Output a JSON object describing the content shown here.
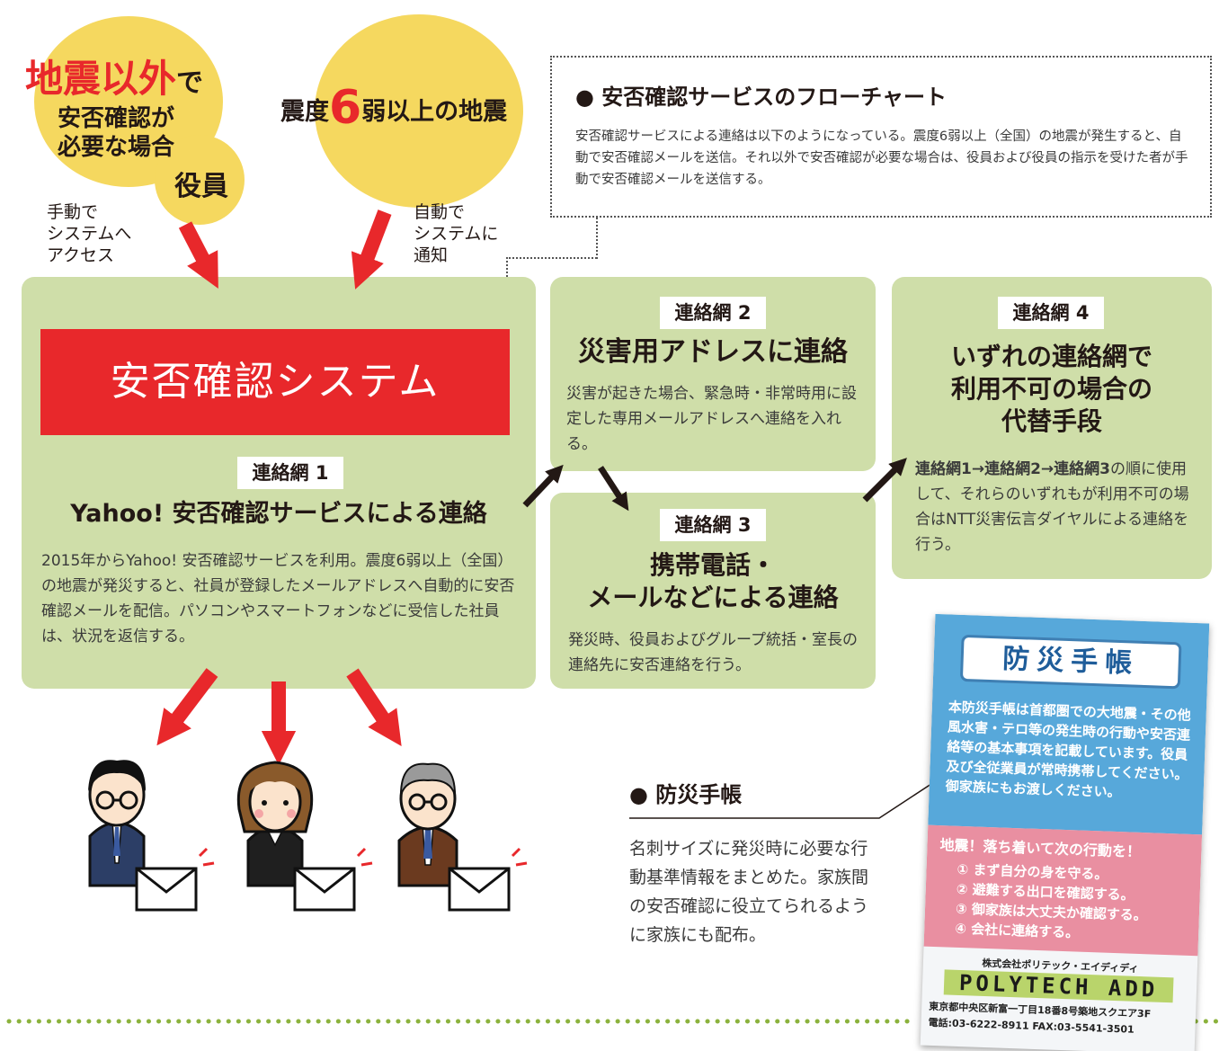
{
  "circle1": {
    "line1_red": "地震以外",
    "line1_suffix": "で",
    "line2": "安否確認が",
    "line3": "必要な場合",
    "officer": "役員"
  },
  "circle2": {
    "prefix": "震度",
    "number": "6",
    "suffix": "弱以上の地震"
  },
  "label_manual": [
    "手動で",
    "システムへ",
    "アクセス"
  ],
  "label_auto": [
    "自動で",
    "システムに",
    "通知"
  ],
  "flowchart": {
    "title": "● 安否確認サービスのフローチャート",
    "description": "安否確認サービスによる連絡は以下のようになっている。震度6弱以上（全国）の地震が発生すると、自動で安否確認メールを送信。それ以外で安否確認が必要な場合は、役員および役員の指示を受けた者が手動で安否確認メールを送信する。"
  },
  "system": {
    "banner": "安否確認システム",
    "tag": "連絡網 1",
    "title": "Yahoo! 安否確認サービスによる連絡",
    "body": "2015年からYahoo! 安否確認サービスを利用。震度6弱以上（全国）の地震が発災すると、社員が登録したメールアドレスへ自動的に安否確認メールを配信。パソコンやスマートフォンなどに受信した社員は、状況を返信する。"
  },
  "net2": {
    "tag": "連絡網 2",
    "title": "災害用アドレスに連絡",
    "body": "災害が起きた場合、緊急時・非常時用に設定した専用メールアドレスへ連絡を入れる。"
  },
  "net3": {
    "tag": "連絡網 3",
    "title_line1": "携帯電話・",
    "title_line2": "メールなどによる連絡",
    "body": "発災時、役員およびグループ統括・室長の連絡先に安否連絡を行う。"
  },
  "net4": {
    "tag": "連絡網 4",
    "title_line1": "いずれの連絡網で",
    "title_line2": "利用不可の場合の",
    "title_line3": "代替手段",
    "body_bold": "連絡網1→連絡網2→連絡網3",
    "body_rest": "の順に使用して、それらのいずれもが利用不可の場合はNTT災害伝言ダイヤルによる連絡を行う。"
  },
  "notebook": {
    "title": "● 防災手帳",
    "description": "名刺サイズに発災時に必要な行動基準情報をまとめた。家族間の安否確認に役立てられるように家族にも配布。"
  },
  "card": {
    "title": "防災手帳",
    "intro": "本防災手帳は首都圏での大地震・その他風水害・テロ等の発生時の行動や安否連絡等の基本事項を記載しています。役員及び全従業員が常時携帯してください。御家族にもお渡しください。",
    "heading": "地震！落ち着いて次の行動を！",
    "steps": [
      "① まず自分の身を守る。",
      "② 避難する出口を確認する。",
      "③ 御家族は大丈夫か確認する。",
      "④ 会社に連絡する。"
    ],
    "company_small": "株式会社ポリテック・エイディディ",
    "logo": "POLYTECH ADD",
    "address": "東京都中央区新富一丁目18番8号築地スクエア3F",
    "phone": "電話:03-6222-8911  FAX:03-5541-3501"
  },
  "colors": {
    "accent_red": "#e8282b",
    "box_green": "#cfdea9",
    "circle_yellow": "#f5d85f"
  }
}
